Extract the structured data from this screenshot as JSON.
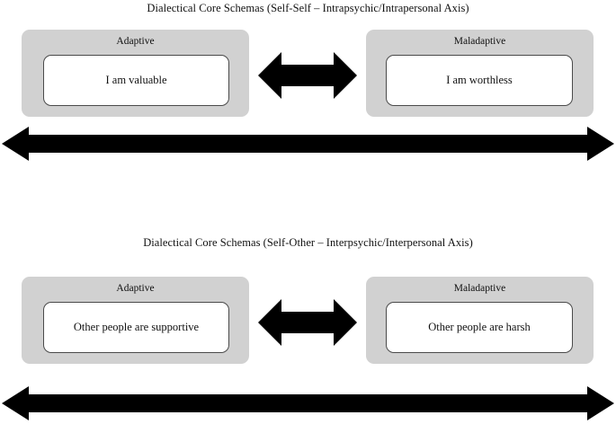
{
  "figure": {
    "title_top": "Dialectical Core Schemas (Self-Self – Intrapsychic/Intrapersonal Axis)",
    "title_bottom": "Dialectical Core Schemas (Self-Other – Interpsychic/Interpersonal Axis)",
    "panel_color": "#d1d1d1",
    "arrow_color": "#000000",
    "box_border_color": "#4a4a4a"
  },
  "sections": [
    {
      "id": "self-self",
      "title": "Dialectical Core Schemas (Self-Self – Intrapsychic/Intrapersonal Axis)",
      "panels": [
        {
          "id": "adaptive-self-self",
          "label": "Adaptive",
          "statement": "I am valuable"
        },
        {
          "id": "maladaptive-self-self",
          "label": "Maladaptive",
          "statement": "I am worthless"
        }
      ],
      "center_arrow": "double-headed-arrow-icon",
      "axis_arrow": "horizontal-double-headed-axis-arrow-icon"
    },
    {
      "id": "self-other",
      "title": "Dialectical Core Schemas (Self-Other – Interpsychic/Interpersonal Axis)",
      "panels": [
        {
          "id": "adaptive-self-other",
          "label": "Adaptive",
          "statement": "Other people are supportive"
        },
        {
          "id": "maladaptive-self-other",
          "label": "Maladaptive",
          "statement": "Other people are harsh"
        }
      ],
      "center_arrow": "double-headed-arrow-icon",
      "axis_arrow": "horizontal-double-headed-axis-arrow-icon"
    }
  ]
}
